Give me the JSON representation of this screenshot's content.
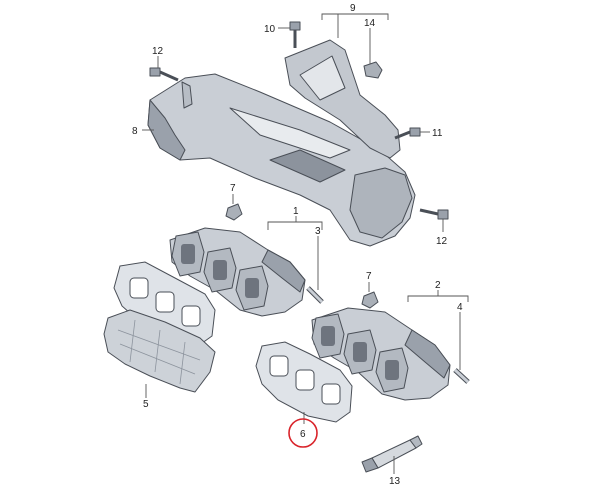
{
  "colors": {
    "part_fill": "#c9ced5",
    "part_shade": "#9aa1ab",
    "part_dark": "#6e747e",
    "line": "#4a4f57",
    "highlight_circle": "#d9232a"
  },
  "callouts": {
    "c1": "1",
    "c2": "2",
    "c3": "3",
    "c4": "4",
    "c5": "5",
    "c6": "6",
    "c7a": "7",
    "c7b": "7",
    "c8": "8",
    "c9": "9",
    "c10": "10",
    "c11": "11",
    "c12a": "12",
    "c12b": "12",
    "c13": "13",
    "c14": "14"
  },
  "highlighted_part": "6"
}
